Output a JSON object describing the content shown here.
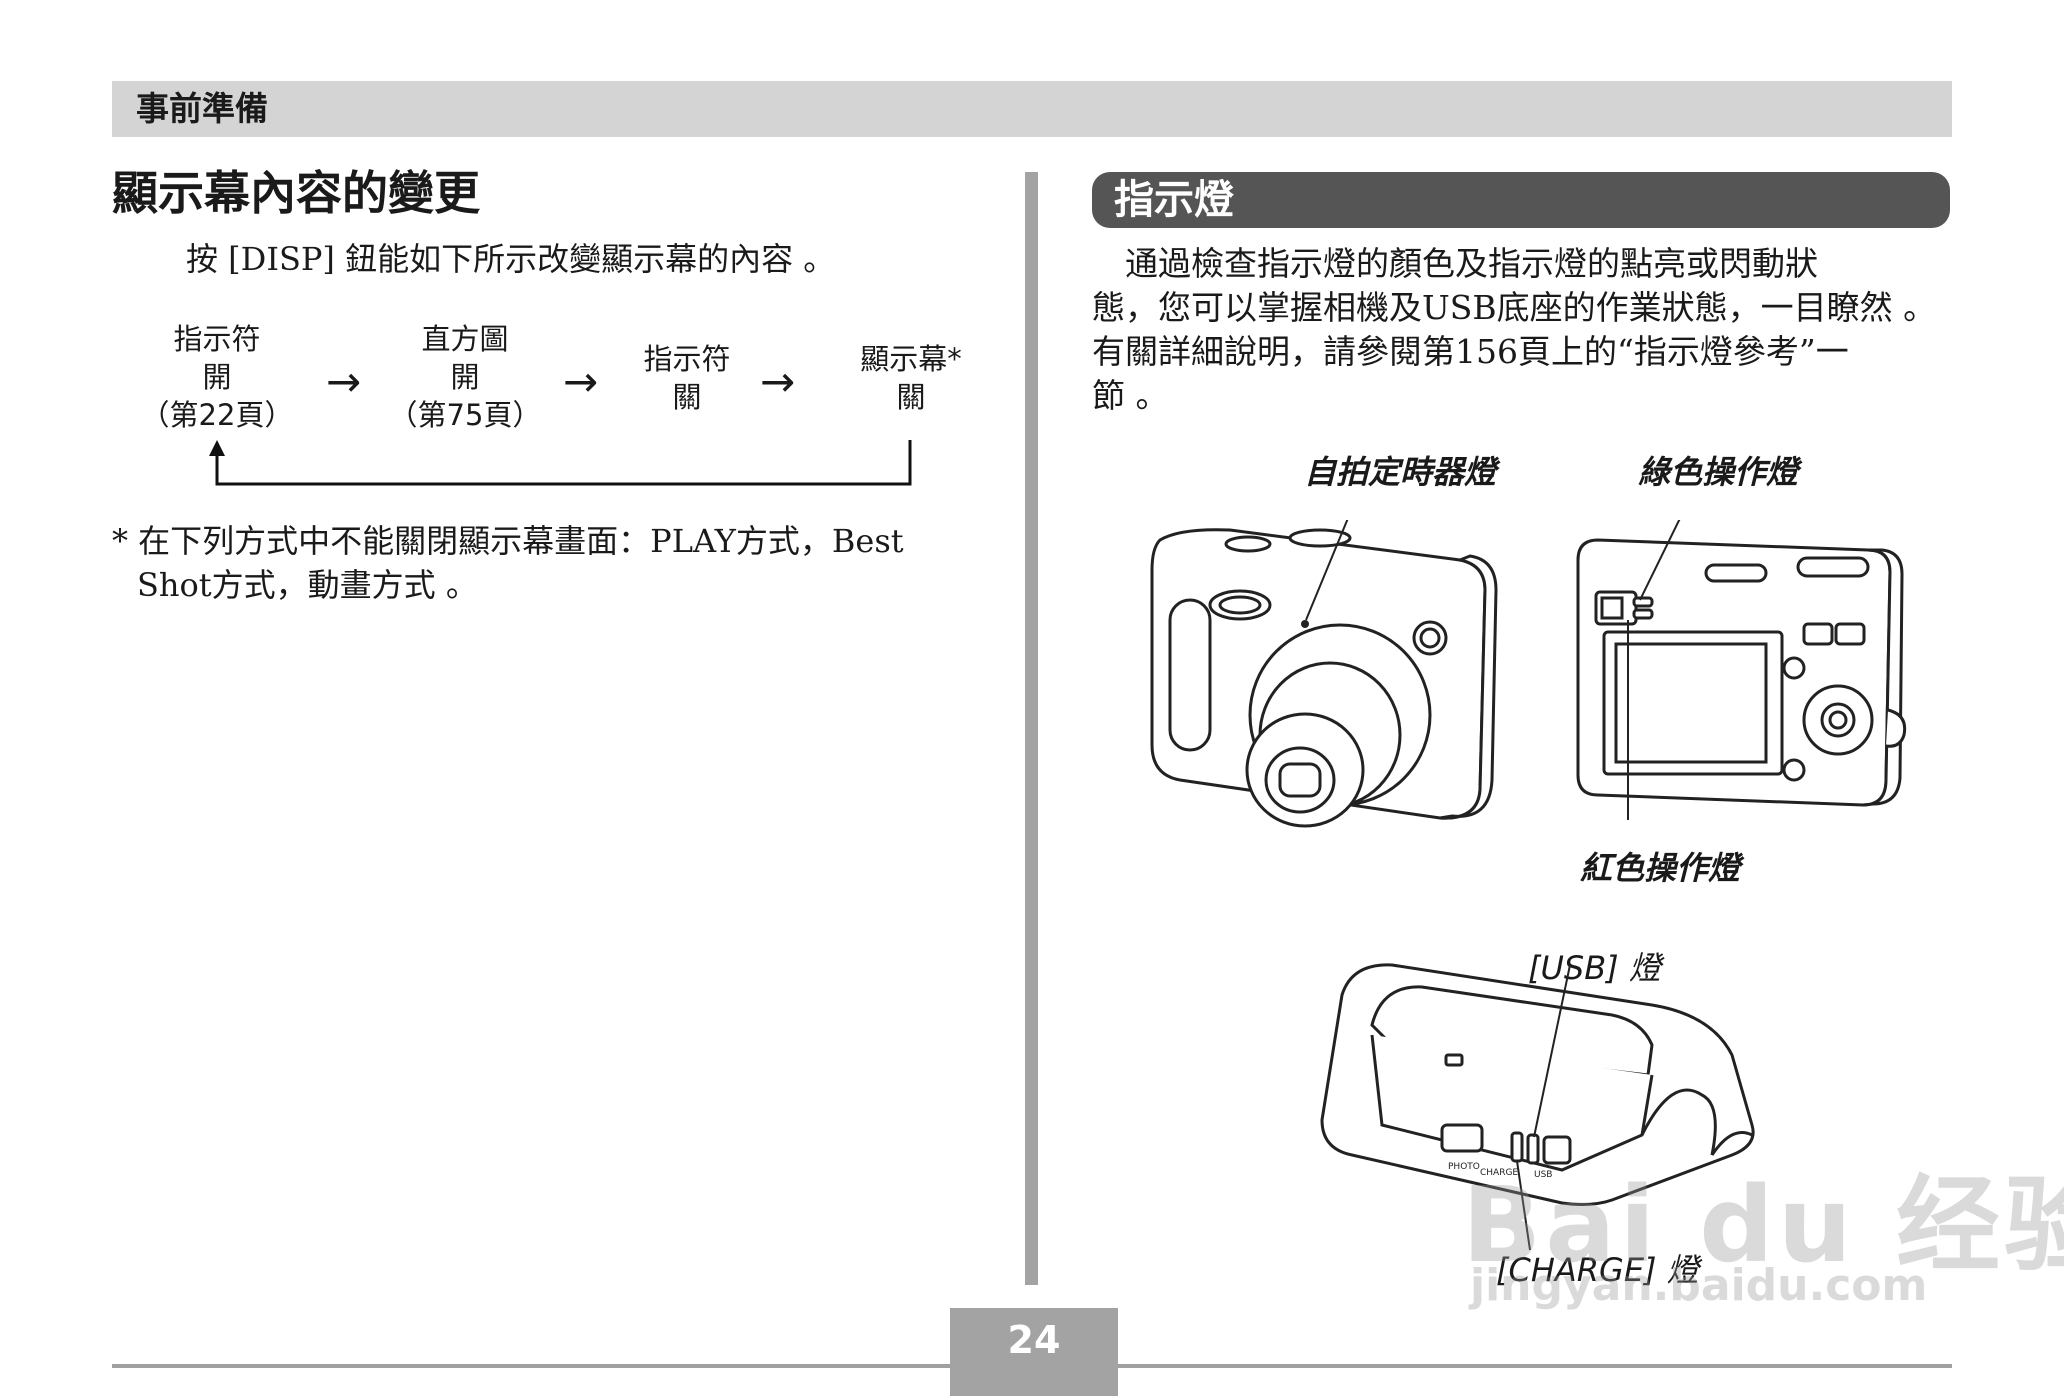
{
  "header": {
    "section_title": "事前準備"
  },
  "left": {
    "heading": "顯示幕內容的變更",
    "intro": "按 [DISP] 鈕能如下所示改變顯示幕的內容 。",
    "flow": [
      {
        "line1": "指示符",
        "line2": "開",
        "line3": "（第22頁）"
      },
      {
        "line1": "直方圖",
        "line2": "開",
        "line3": "（第75頁）"
      },
      {
        "line1": "指示符",
        "line2": "關",
        "line3": ""
      },
      {
        "line1": "顯示幕*",
        "line2": "關",
        "line3": ""
      }
    ],
    "arrow_glyph": "→",
    "note_line1": "* 在下列方式中不能關閉顯示幕畫面：PLAY方式，Best",
    "note_line2": "Shot方式，動畫方式 。"
  },
  "right": {
    "heading": "指示燈",
    "paragraph_lines": [
      "　通過檢查指示燈的顏色及指示燈的點亮或閃動狀",
      "態，您可以掌握相機及USB底座的作業狀態，一目瞭然 。",
      "有關詳細說明，請參閱第156頁上的“指示燈參考”一",
      "節 。"
    ],
    "callouts": {
      "self_timer": "自拍定時器燈",
      "green_op": "綠色操作燈",
      "red_op": "紅色操作燈",
      "usb": "[USB] 燈",
      "charge": "[CHARGE] 燈"
    },
    "cradle_labels": {
      "photo": "PHOTO",
      "charge": "CHARGE",
      "usb": "USB"
    }
  },
  "footer": {
    "page_number": "24"
  },
  "watermark": {
    "brand": "Bai du 经验",
    "url": "jingyan.baidu.com"
  }
}
